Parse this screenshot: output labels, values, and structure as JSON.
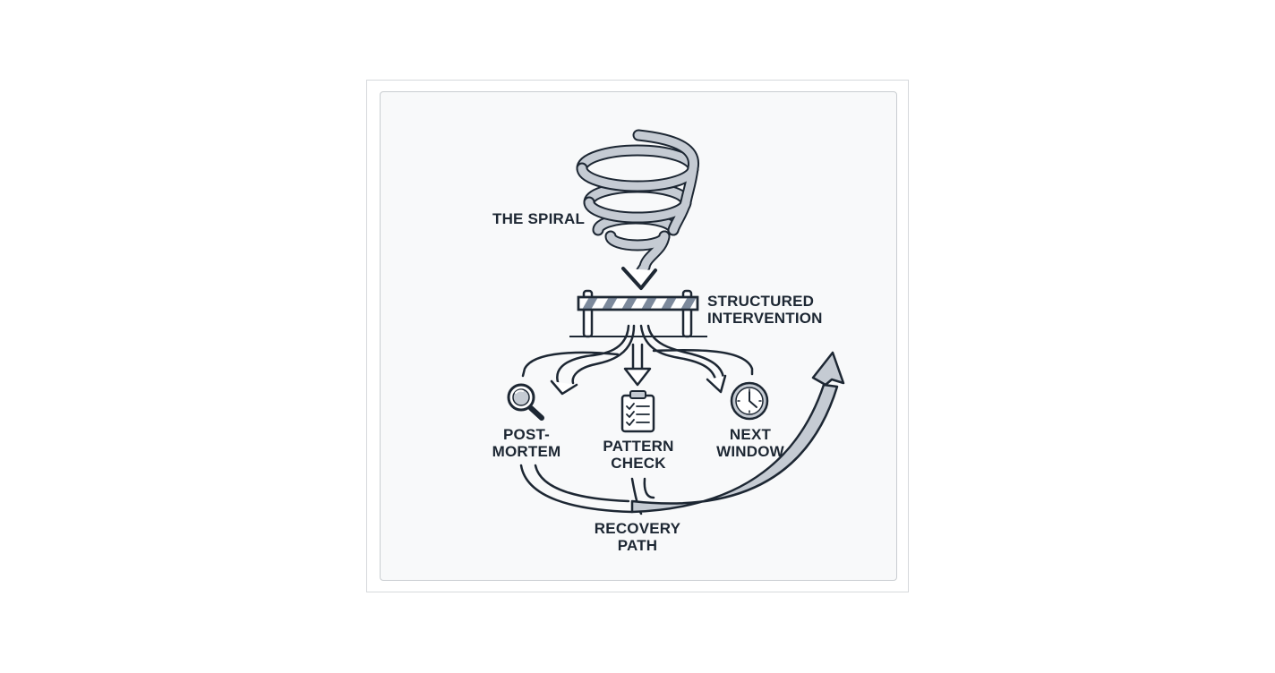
{
  "labels": {
    "spiral": "THE SPIRAL",
    "intervention": [
      "STRUCTURED",
      "INTERVENTION"
    ],
    "post_mortem": [
      "POST-",
      "MORTEM"
    ],
    "pattern_check": [
      "PATTERN",
      "CHECK"
    ],
    "next_window": [
      "NEXT",
      "WINDOW"
    ],
    "recovery_path": [
      "RECOVERY",
      "PATH"
    ]
  },
  "icons": [
    "spiral-icon",
    "barrier-icon",
    "magnifier-icon",
    "clipboard-checklist-icon",
    "clock-icon"
  ],
  "colors": {
    "ink": "#1d2733",
    "fill_gray": "#c5cbd3",
    "stripe": "#7d8a9c",
    "card_bg": "#f8f9fa"
  }
}
